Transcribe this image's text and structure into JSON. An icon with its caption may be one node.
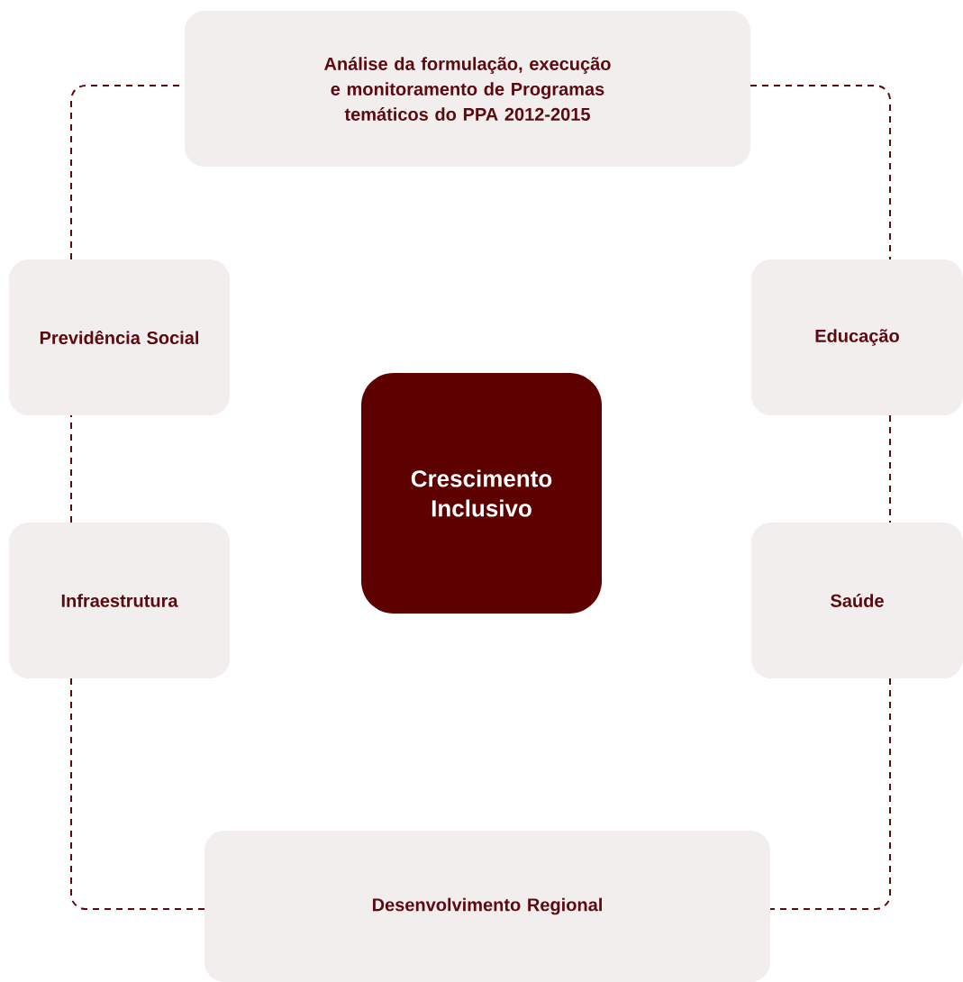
{
  "diagram": {
    "nodes": [
      {
        "text": [
          "Análise da formulação, execução e monitoramento de Programas temáticos do PPA 2012-2015"
        ]
      },
      {
        "text": [
          "Previdência Social"
        ]
      },
      {
        "text": [
          "Educação"
        ]
      },
      {
        "text": [
          "Crescimento Inclusivo"
        ]
      },
      {
        "text": [
          "Infraestrutura"
        ]
      },
      {
        "text": [
          "Saúde"
        ]
      },
      {
        "text": [
          "Desenvolvimento Regional"
        ]
      }
    ],
    "edges": [
      {
        "from": 0,
        "to": 2,
        "arrow": "none",
        "style": "dashed"
      },
      {
        "from": 2,
        "to": 5,
        "arrow": "none",
        "style": "dashed"
      },
      {
        "from": 5,
        "to": 6,
        "arrow": "none",
        "style": "dashed"
      },
      {
        "from": 6,
        "to": 4,
        "arrow": "none",
        "style": "dashed"
      },
      {
        "from": 4,
        "to": 1,
        "arrow": "none",
        "style": "dashed"
      },
      {
        "from": 1,
        "to": 0,
        "arrow": "none",
        "style": "dashed"
      }
    ]
  }
}
